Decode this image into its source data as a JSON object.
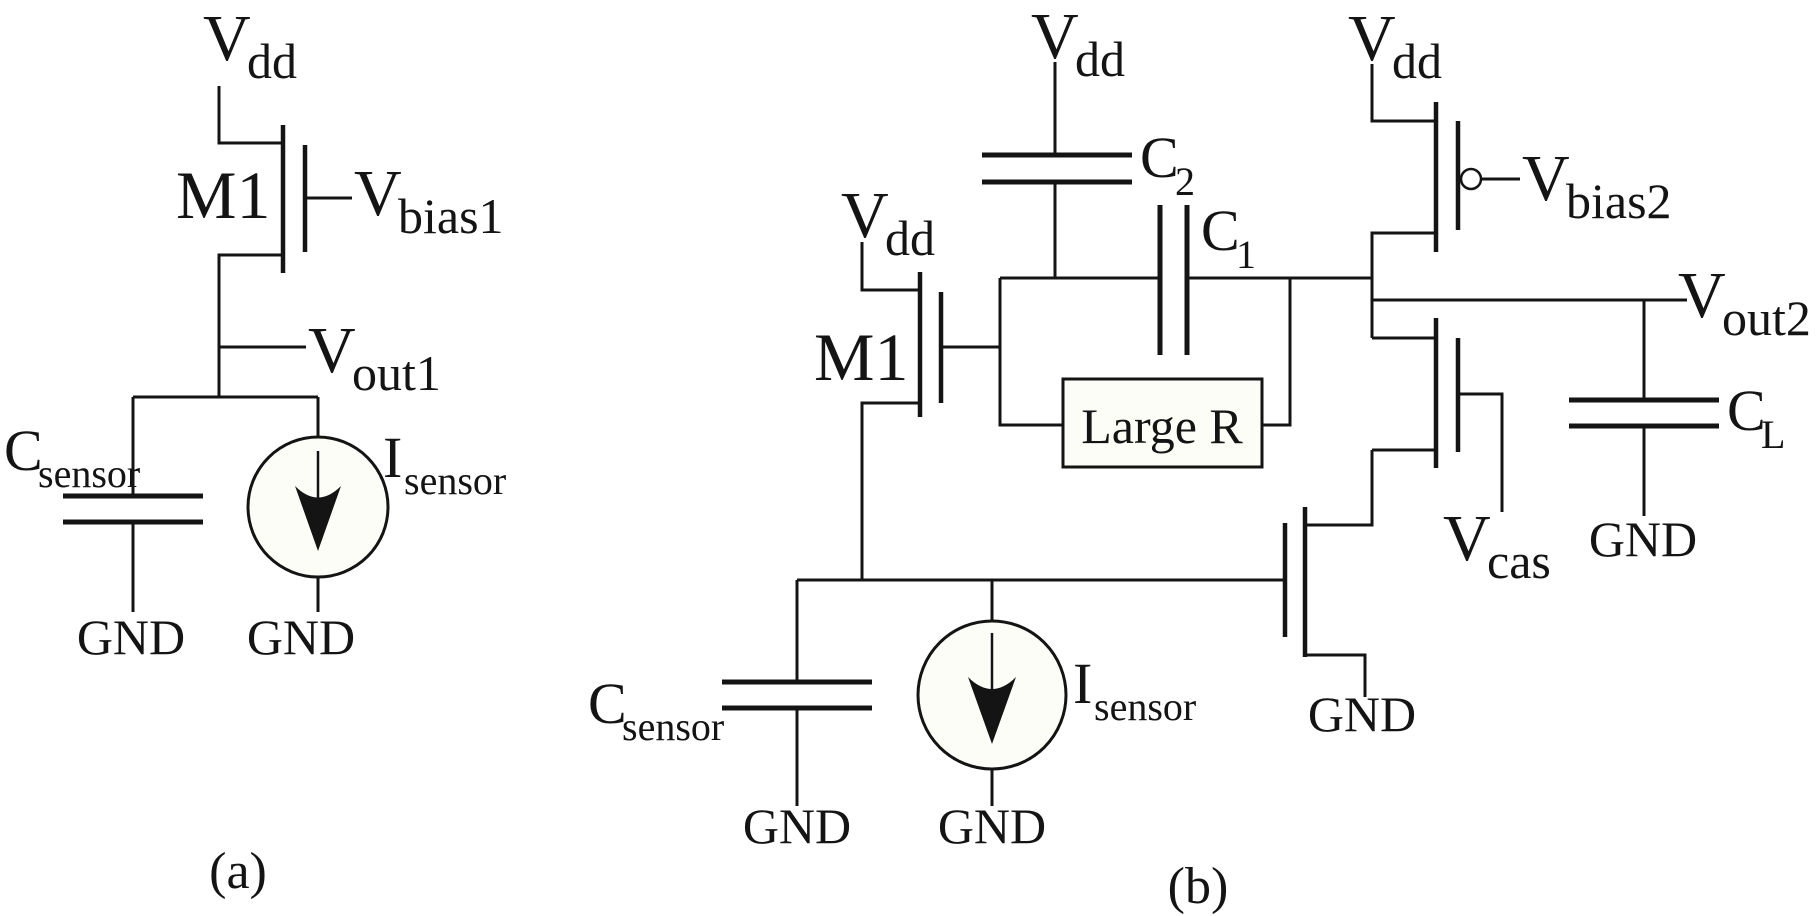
{
  "figure": {
    "background": "#ffffff",
    "ink": "#141414",
    "caption_a": "(a)",
    "caption_b": "(b)"
  },
  "circuit_a": {
    "vdd": {
      "main": "V",
      "sub": "dd"
    },
    "m1": "M1",
    "vbias1": {
      "main": "V",
      "sub": "bias1"
    },
    "vout1": {
      "main": "V",
      "sub": "out1"
    },
    "csensor": {
      "main": "C",
      "sub": "sensor"
    },
    "isensor": {
      "main": "I",
      "sub": "sensor"
    },
    "gnd_csensor": "GND",
    "gnd_isensor": "GND"
  },
  "circuit_b": {
    "vdd_m1": {
      "main": "V",
      "sub": "dd"
    },
    "vdd_c2": {
      "main": "V",
      "sub": "dd"
    },
    "vdd_pmos": {
      "main": "V",
      "sub": "dd"
    },
    "m1": "M1",
    "c2": {
      "main": "C",
      "sub": "2"
    },
    "c1": {
      "main": "C",
      "sub": "1"
    },
    "large_r": "Large R",
    "vbias2": {
      "main": "V",
      "sub": "bias2"
    },
    "vout2": {
      "main": "V",
      "sub": "out2"
    },
    "cl": {
      "main": "C",
      "sub": "L"
    },
    "vcas": {
      "main": "V",
      "sub": "cas"
    },
    "csensor": {
      "main": "C",
      "sub": "sensor"
    },
    "isensor": {
      "main": "I",
      "sub": "sensor"
    },
    "gnd_csensor": "GND",
    "gnd_isensor": "GND",
    "gnd_nmos": "GND",
    "gnd_cl": "GND"
  }
}
